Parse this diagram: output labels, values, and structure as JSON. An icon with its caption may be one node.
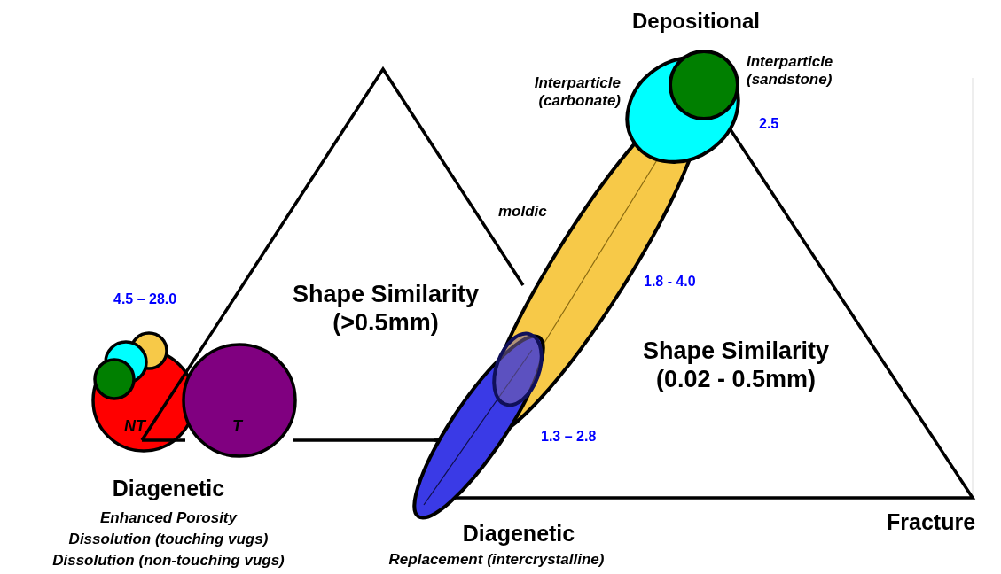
{
  "diagram": {
    "nodes": [
      {
        "text": [
          "NT"
        ]
      },
      {
        "text": [
          "T"
        ]
      }
    ],
    "edges": [],
    "labels": [
      "Depositional",
      "Interparticle (carbonate)",
      "Interparticle (sandstone)",
      "2.5",
      "moldic",
      "1.8 - 4.0",
      "Shape Similarity (>0.5mm)",
      "4.5 – 28.0",
      "Shape Similarity (0.02 - 0.5mm)",
      "1.3 – 2.8",
      "Diagenetic",
      "Enhanced Porosity",
      "Dissolution (touching vugs)",
      "Dissolution (non-touching vugs)",
      "Diagenetic",
      "Replacement (intercrystalline)",
      "Fracture"
    ]
  }
}
